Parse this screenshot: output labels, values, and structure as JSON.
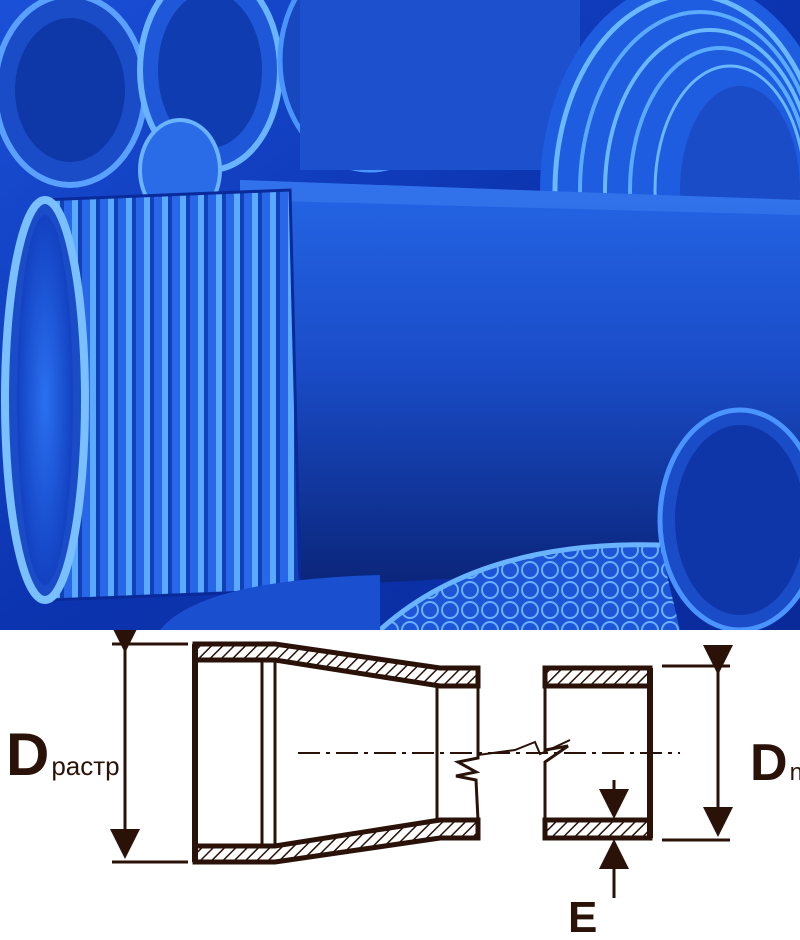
{
  "photo": {
    "subject": "blue-threaded-plastic-pipes"
  },
  "diagram": {
    "label_socket_main": "D",
    "label_socket_sub": "растр",
    "label_pipe_main": "D",
    "label_pipe_sub": "n",
    "label_wall": "E"
  },
  "colors": {
    "pipe_blue": "#1e5fe0",
    "pipe_dark": "#0a2a9a",
    "pipe_light": "#5aa0ff",
    "outline": "#2a1208"
  }
}
